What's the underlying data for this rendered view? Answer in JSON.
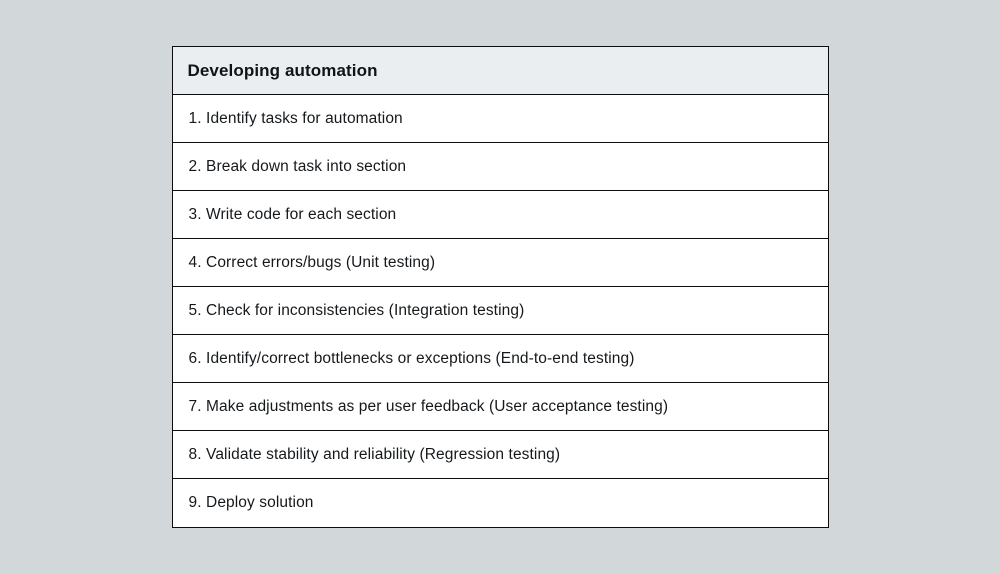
{
  "table": {
    "title": "Developing automation",
    "rows": [
      "1. Identify tasks for automation",
      "2. Break down task into section",
      "3. Write code for each section",
      "4. Correct errors/bugs (Unit testing)",
      "5. Check for inconsistencies (Integration testing)",
      "6. Identify/correct bottlenecks or exceptions (End-to-end testing)",
      "7. Make adjustments as per user feedback (User acceptance testing)",
      "8. Validate stability and reliability (Regression testing)",
      "9. Deploy solution"
    ],
    "colors": {
      "page_background": "#d2d7da",
      "header_background": "#eaeef0",
      "row_background": "#ffffff",
      "border": "#0d0d0d",
      "text": "#16191c"
    }
  }
}
